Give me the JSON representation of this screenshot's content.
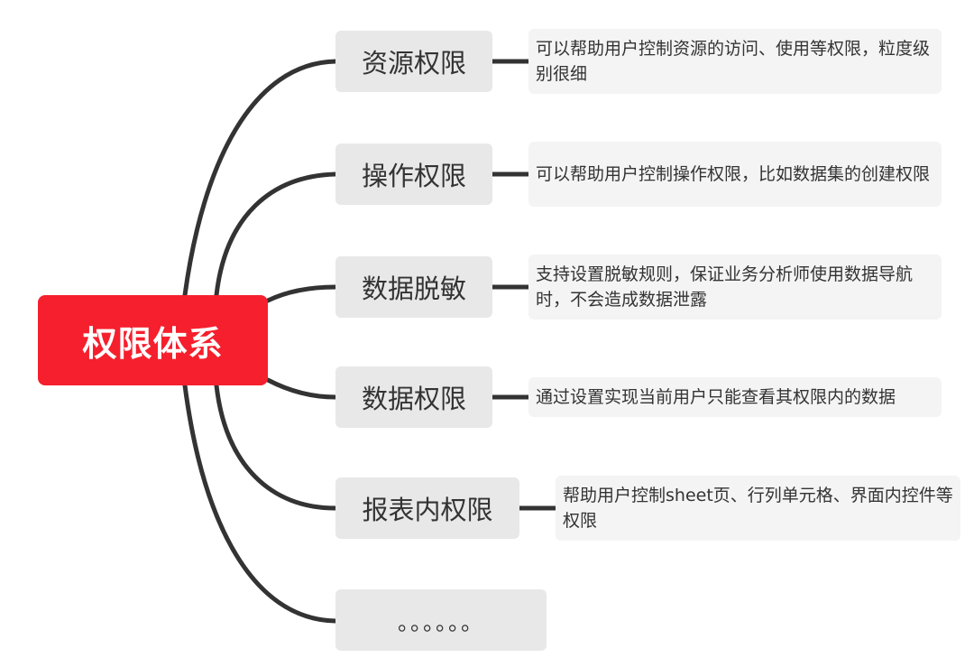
{
  "root": {
    "label": "权限体系"
  },
  "branches": [
    {
      "label": "资源权限",
      "desc": "可以帮助用户控制资源的访问、使用等权限，粒度级别很细"
    },
    {
      "label": "操作权限",
      "desc": "可以帮助用户控制操作权限，比如数据集的创建权限"
    },
    {
      "label": "数据脱敏",
      "desc": "支持设置脱敏规则，保证业务分析师使用数据导航时，不会造成数据泄露"
    },
    {
      "label": "数据权限",
      "desc": "通过设置实现当前用户只能查看其权限内的数据"
    },
    {
      "label": "报表内权限",
      "desc": "帮助用户控制sheet页、行列单元格、界面内控件等权限"
    },
    {
      "label": "。。。。。。"
    }
  ],
  "colors": {
    "root_bg": "#f61f2d",
    "branch_bg": "#e8e8e8",
    "desc_bg": "#f4f4f4",
    "line": "#333333"
  }
}
